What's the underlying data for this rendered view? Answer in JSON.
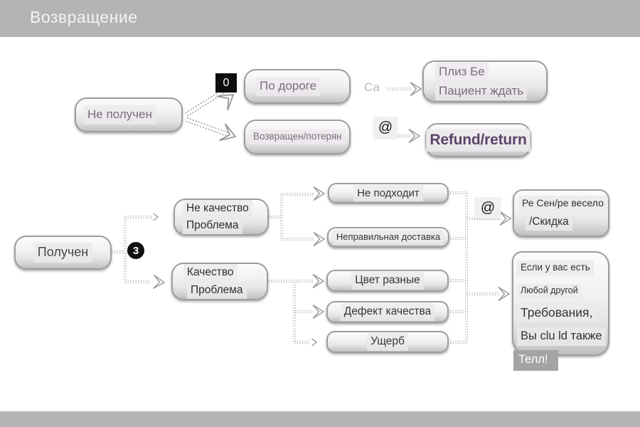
{
  "header": {
    "title": "Возвращение"
  },
  "top_flow": {
    "not_received": {
      "label": "Не получен"
    },
    "zero_badge": "0",
    "on_the_way": {
      "label": "По дороге"
    },
    "ca_label": "Са",
    "please_wait": {
      "line1": "Плиз Бе",
      "line2": "Пациент ждать"
    },
    "returned_lost": {
      "label": "Возвращен/потерян"
    },
    "email_symbol": "@",
    "refund": {
      "label": "Refund/return"
    }
  },
  "bottom_flow": {
    "received": {
      "label": "Получен"
    },
    "step_badge": "3",
    "not_quality_problem": {
      "line1": "Не качество",
      "line2": "Проблема"
    },
    "quality_problem": {
      "line1": "Качество",
      "line2": "Проблема"
    },
    "not_fit": {
      "label": "Не подходит"
    },
    "wrong_delivery": {
      "label": "Неправильная доставка"
    },
    "email_symbol": "@",
    "resend_discount": {
      "line1": "Ре Сен/ре весело",
      "line2": "/Скидка"
    },
    "colors_different": {
      "label": "Цвет разные"
    },
    "quality_defect": {
      "label": "Дефект качества"
    },
    "damage": {
      "label": "Ущерб"
    },
    "note": {
      "line1": "Если у вас есть",
      "line2": "Любой другой",
      "line3": "Требования,",
      "line4": "Вы clu ld также",
      "line5": "Телл!"
    }
  },
  "colors": {
    "header_bg": "#b6b3b6",
    "box_border": "#9e9c9e",
    "top_text": "#7c6c7c",
    "refund_text": "#5d4369",
    "dark_text": "#353535",
    "badge_bg": "#0d0d0d"
  }
}
